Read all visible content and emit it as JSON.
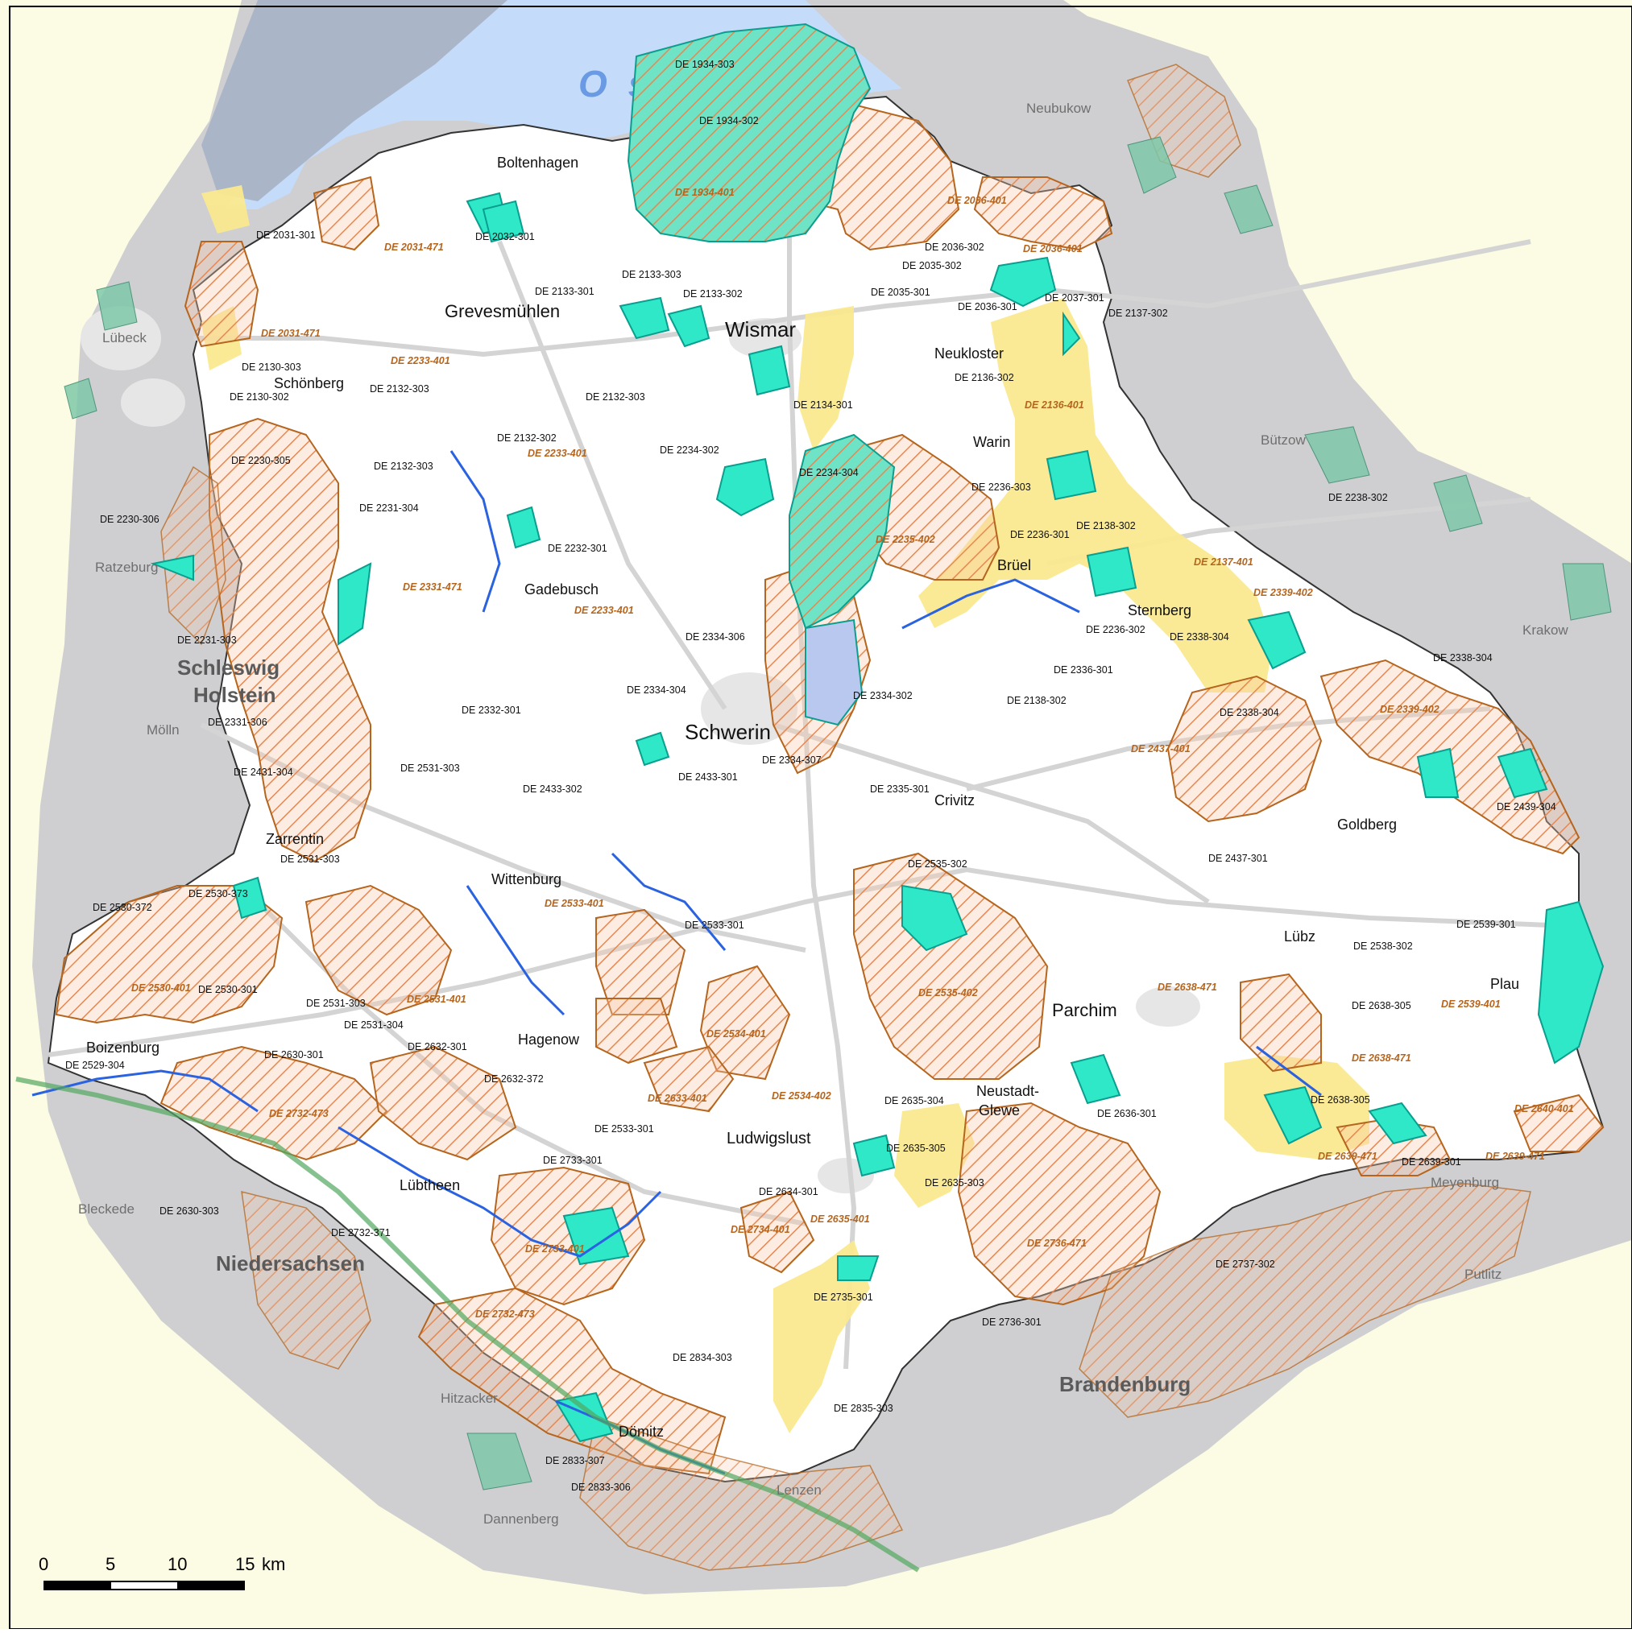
{
  "map": {
    "sea_label": "Ostsee",
    "regions": [
      "Schleswig",
      "Holstein",
      "Niedersachsen",
      "Brandenburg"
    ],
    "towns_large": [
      "Gadebusch",
      "Wismar",
      "Schwerin",
      "Grevesmühlen"
    ],
    "towns": [
      "Boltenhagen",
      "Schönberg",
      "Neukloster",
      "Warin",
      "Brüel",
      "Sternberg",
      "Crivitz",
      "Goldberg",
      "Lübz",
      "Plau",
      "Parchim",
      "Zarrentin",
      "Wittenburg",
      "Hagenow",
      "Boizenburg",
      "Ludwigslust",
      "Neustadt-",
      "Glewe",
      "Lübtheen",
      "Dömitz"
    ],
    "towns_outside": [
      "Lübeck",
      "Ratzeburg",
      "Mölln",
      "Neubukow",
      "Bützow",
      "Krakow",
      "Meyenburg",
      "Putlitz",
      "Bleckede",
      "Hitzacker",
      "Dannenberg",
      "Lenzen"
    ],
    "ffh_codes": [
      "DE 1934-303",
      "DE 1934-302",
      "DE 2031-301",
      "DE 2032-301",
      "DE 2036-302",
      "DE 2035-302",
      "DE 2035-301",
      "DE 2036-301",
      "DE 2037-301",
      "DE 2137-302",
      "DE 2133-301",
      "DE 2133-303",
      "DE 2133-302",
      "DE 2130-303",
      "DE 2132-303",
      "DE 2130-302",
      "DE 2132-303",
      "DE 2134-301",
      "DE 2136-302",
      "DE 2132-302",
      "DE 2234-302",
      "DE 2132-303",
      "DE 2230-305",
      "DE 2234-304",
      "DE 2236-303",
      "DE 2238-302",
      "DE 2230-306",
      "DE 2231-304",
      "DE 2232-301",
      "DE 2236-301",
      "DE 2138-302",
      "DE 2231-303",
      "DE 2334-306",
      "DE 2236-302",
      "DE 2338-304",
      "DE 2336-301",
      "DE 2338-304",
      "DE 2334-304",
      "DE 2332-301",
      "DE 2334-302",
      "DE 2138-302",
      "DE 2331-306",
      "DE 2338-304",
      "DE 2334-307",
      "DE 2531-303",
      "DE 2433-302",
      "DE 2433-301",
      "DE 2431-304",
      "DE 2335-301",
      "DE 2439-304",
      "DE 2437-301",
      "DE 2531-303",
      "DE 2535-302",
      "DE 2530-372",
      "DE 2530-373",
      "DE 2533-301",
      "DE 2539-301",
      "DE 2538-302",
      "DE 2530-301",
      "DE 2531-303",
      "DE 2638-305",
      "DE 2531-304",
      "DE 2529-304",
      "DE 2632-301",
      "DE 2630-301",
      "DE 2632-372",
      "DE 2635-304",
      "DE 2636-301",
      "DE 2638-305",
      "DE 2533-301",
      "DE 2639-301",
      "DE 2635-305",
      "DE 2733-301",
      "DE 2635-303",
      "DE 2630-303",
      "DE 2634-301",
      "DE 2732-371",
      "DE 2737-302",
      "DE 2735-301",
      "DE 2736-301",
      "DE 2834-303",
      "DE 2835-303",
      "DE 2833-307",
      "DE 2833-306"
    ],
    "spa_codes": [
      "DE 1934-401",
      "DE 2036-401",
      "DE 2036-401",
      "DE 2031-471",
      "DE 2031-471",
      "DE 2233-401",
      "DE 2136-401",
      "DE 2233-401",
      "DE 2235-402",
      "DE 2137-401",
      "DE 2339-402",
      "DE 2331-471",
      "DE 2233-401",
      "DE 2339-402",
      "DE 2437-401",
      "DE 2533-401",
      "DE 2530-401",
      "DE 2531-401",
      "DE 2535-402",
      "DE 2638-471",
      "DE 2539-401",
      "DE 2534-401",
      "DE 2638-471",
      "DE 2633-401",
      "DE 2534-402",
      "DE 2640-401",
      "DE 2732-473",
      "DE 2639-471",
      "DE 2639-471",
      "DE 2733-401",
      "DE 2635-401",
      "DE 2734-401",
      "DE 2736-471",
      "DE 2732-473"
    ],
    "colors": {
      "background": "#fcfce4",
      "buffer": "#cfcfd2",
      "plan_area": "#ffffff",
      "sea": "#c4dcfa",
      "ffh_fill": "#2ee8c8",
      "ffh_outline": "#0a9e8e",
      "spa_hatch": "#e8874f",
      "spa_outline": "#b5651d",
      "river": "#2a62e0",
      "road": "#d4d4d4",
      "settlement": "#e9e9e9",
      "yellow_area": "#fae98f"
    }
  },
  "scale_bar": {
    "ticks": [
      "0",
      "5",
      "10",
      "15"
    ],
    "unit": "km"
  }
}
